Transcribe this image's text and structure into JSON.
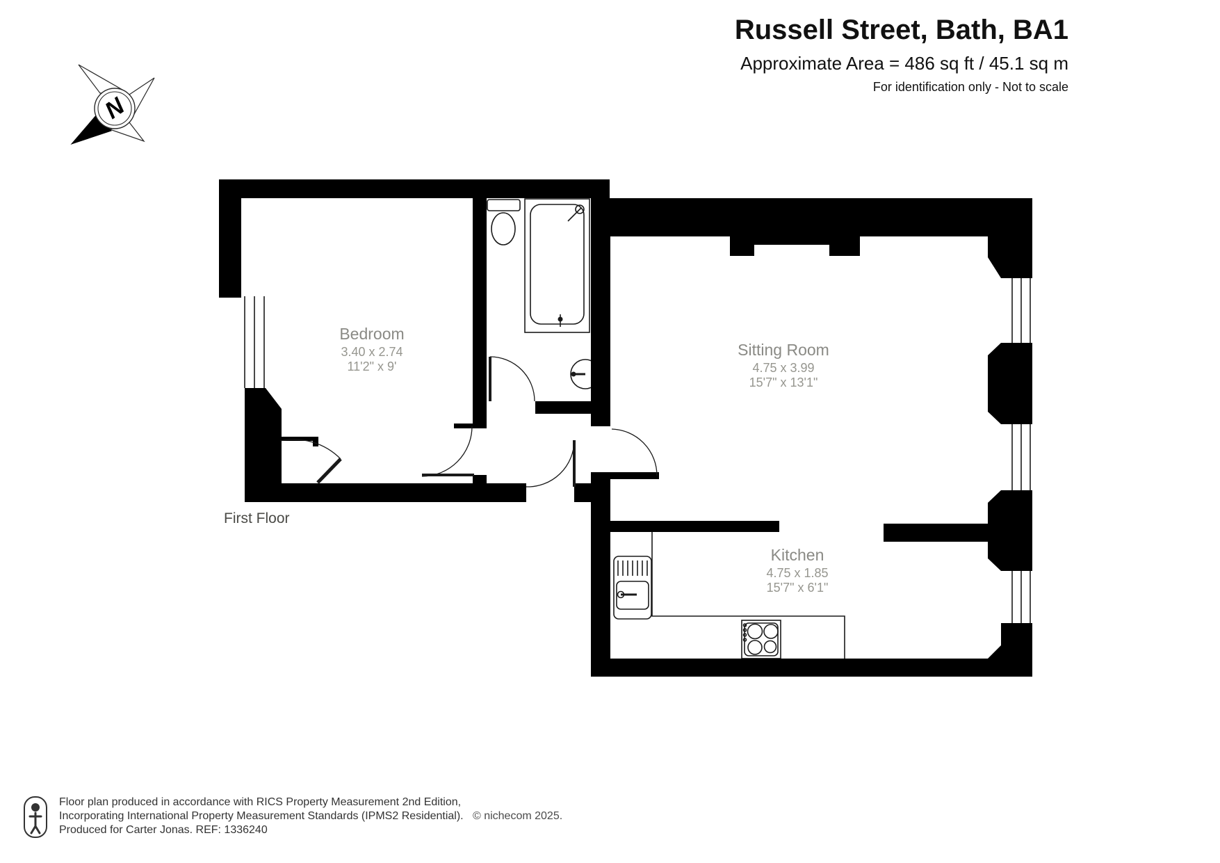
{
  "header": {
    "title": "Russell Street, Bath, BA1",
    "area_line": "Approximate Area = 486 sq ft / 45.1 sq m",
    "note": "For identification only - Not to scale"
  },
  "compass": {
    "north_label": "N"
  },
  "plan": {
    "floor_label": "First Floor",
    "rooms": [
      {
        "name": "Bedroom",
        "dims_m": "3.40 x 2.74",
        "dims_ft": "11'2\" x 9'"
      },
      {
        "name": "Sitting Room",
        "dims_m": "4.75 x 3.99",
        "dims_ft": "15'7\" x 13'1\""
      },
      {
        "name": "Kitchen",
        "dims_m": "4.75 x 1.85",
        "dims_ft": "15'7\" x 6'1\""
      }
    ]
  },
  "footer": {
    "line1": "Floor plan produced in accordance with RICS Property Measurement 2nd Edition,",
    "line2": "Incorporating International Property Measurement Standards (IPMS2 Residential).",
    "copyright": "© nichecom 2025.",
    "line3": "Produced for Carter Jonas.   REF: 1336240"
  },
  "colors": {
    "wall": "#000000",
    "room_label": "#8a8a85",
    "dim_label": "#96968f",
    "text": "#111111"
  }
}
